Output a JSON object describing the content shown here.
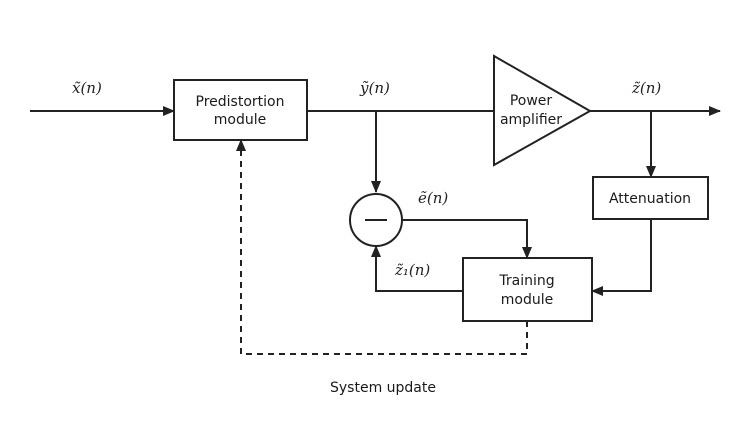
{
  "blocks": {
    "predistortion": [
      "Predistortion",
      "module"
    ],
    "amplifier": [
      "Power",
      "amplifier"
    ],
    "attenuation": "Attenuation",
    "training": [
      "Training",
      "module"
    ],
    "subtractor_symbol": "—"
  },
  "signals": {
    "input": "x̃(n)",
    "predistorted": "ỹ(n)",
    "output": "z̃(n)",
    "error": "ẽ(n)",
    "feedback": "z̃₁(n)"
  },
  "caption": "System update"
}
